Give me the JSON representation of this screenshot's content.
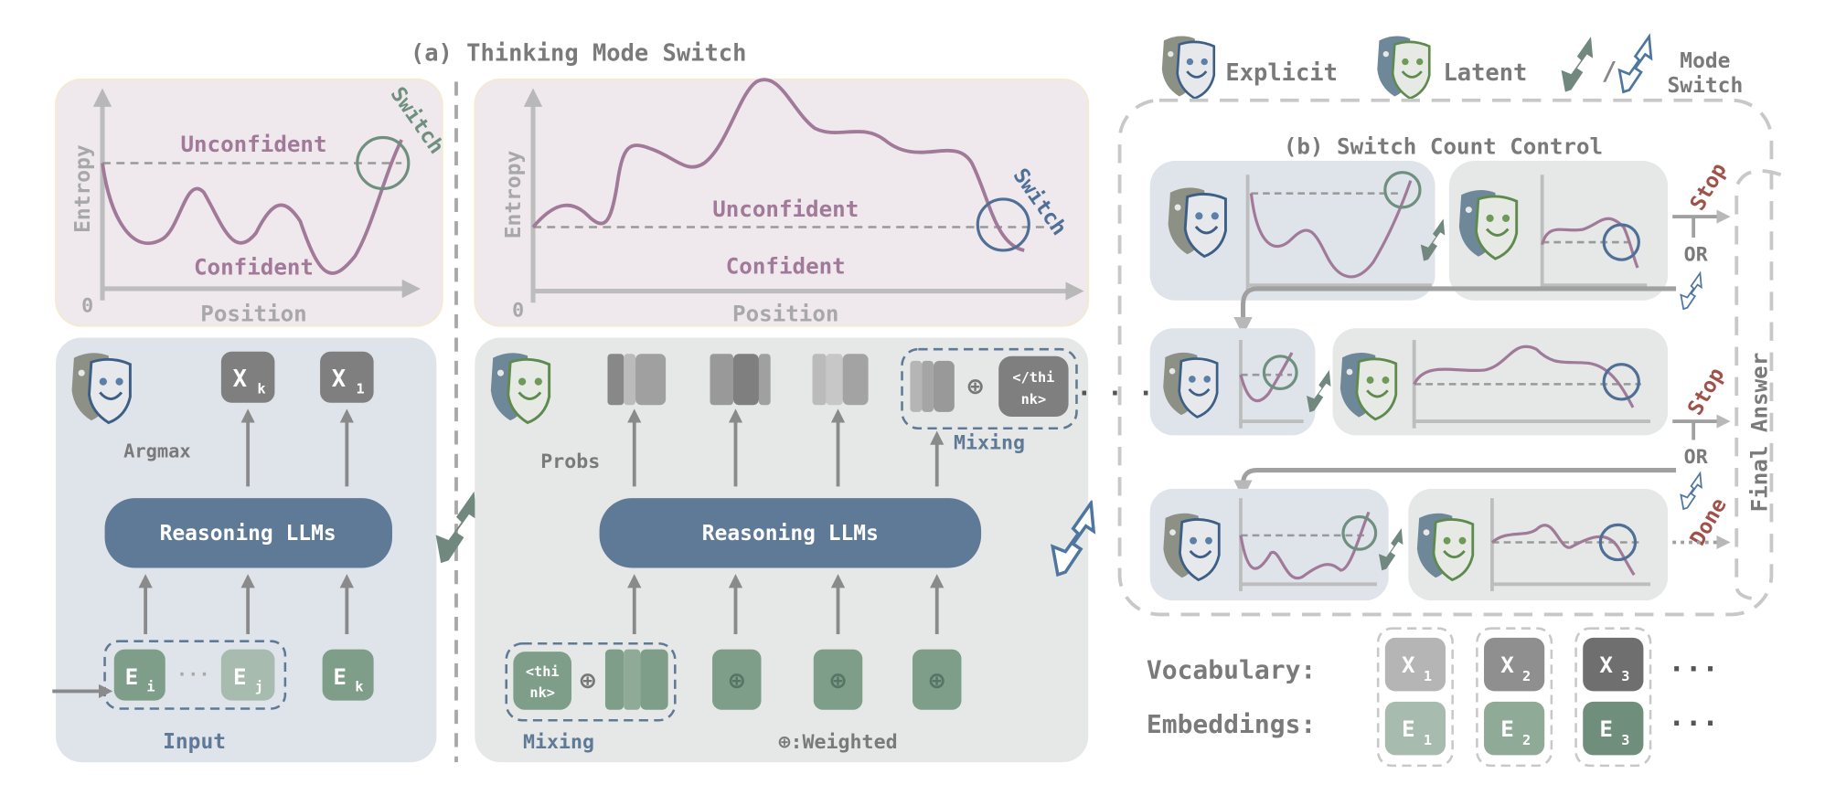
{
  "title_a": "(a) Thinking Mode Switch",
  "title_b": "(b) Switch Count Control",
  "legend": {
    "explicit": "Explicit",
    "latent": "Latent",
    "mode_switch_line1": "Mode",
    "mode_switch_line2": "Switch"
  },
  "entropy_charts": {
    "y_label": "Entropy",
    "x_label": "Position",
    "origin": "0",
    "unconfident": "Unconfident",
    "confident": "Confident",
    "switch": "Switch"
  },
  "explicit_panel": {
    "token_k": "X",
    "token_k_sub": "k",
    "token_1": "X",
    "token_1_sub": "1",
    "argmax": "Argmax",
    "model": "Reasoning LLMs",
    "emb_i": "E",
    "emb_i_sub": "i",
    "emb_j": "E",
    "emb_j_sub": "j",
    "emb_k": "E",
    "emb_k_sub": "k",
    "input": "Input"
  },
  "latent_panel": {
    "probs": "Probs",
    "model": "Reasoning LLMs",
    "end_think_1": "</thi",
    "end_think_2": "nk>",
    "start_think_1": "<thi",
    "start_think_2": "nk>",
    "mixing_top": "Mixing",
    "mixing_bottom": "Mixing",
    "weighted": "⊕:Weighted",
    "plus": "⊕"
  },
  "switch_control": {
    "stop1": "Stop",
    "stop2": "Stop",
    "done": "Done",
    "or1": "OR",
    "or2": "OR",
    "final_answer": "Final Answer"
  },
  "vocab": {
    "vocabulary_label": "Vocabulary:",
    "embeddings_label": "Embeddings:",
    "tokens": [
      {
        "v": "X",
        "e": "E",
        "sub": "1"
      },
      {
        "v": "X",
        "e": "E",
        "sub": "2"
      },
      {
        "v": "X",
        "e": "E",
        "sub": "3"
      }
    ],
    "ellipsis": "···"
  },
  "colors": {
    "entropy_curve": "#a07a98",
    "explicit_accent": "#3d5f86",
    "latent_accent": "#5e8a4e",
    "llm_block": "#5f7a96",
    "stop_text": "#a0524a"
  }
}
